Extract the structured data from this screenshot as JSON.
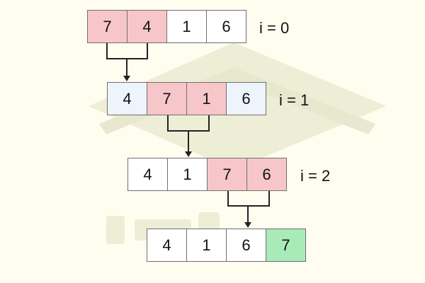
{
  "colors": {
    "compared": "#f7c6c9",
    "sorted": "#a8eab8",
    "moved": "#edf4fb",
    "default": "#ffffff",
    "connector": "#222222"
  },
  "passes": [
    {
      "label": "i = 0",
      "cells": [
        {
          "value": "7",
          "state": "compared"
        },
        {
          "value": "4",
          "state": "compared"
        },
        {
          "value": "1",
          "state": "default"
        },
        {
          "value": "6",
          "state": "default"
        }
      ]
    },
    {
      "label": "i = 1",
      "cells": [
        {
          "value": "4",
          "state": "moved"
        },
        {
          "value": "7",
          "state": "compared"
        },
        {
          "value": "1",
          "state": "compared"
        },
        {
          "value": "6",
          "state": "moved"
        }
      ]
    },
    {
      "label": "i = 2",
      "cells": [
        {
          "value": "4",
          "state": "default"
        },
        {
          "value": "1",
          "state": "default"
        },
        {
          "value": "7",
          "state": "compared"
        },
        {
          "value": "6",
          "state": "compared"
        }
      ]
    },
    {
      "label": "",
      "cells": [
        {
          "value": "4",
          "state": "default"
        },
        {
          "value": "1",
          "state": "default"
        },
        {
          "value": "6",
          "state": "default"
        },
        {
          "value": "7",
          "state": "sorted"
        }
      ]
    }
  ]
}
